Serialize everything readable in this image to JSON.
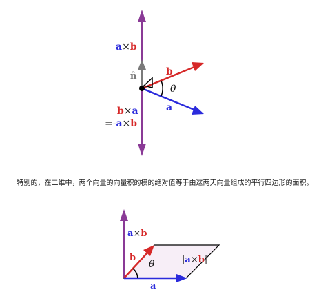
{
  "colors": {
    "a": "#2b2bdc",
    "b": "#d62828",
    "cross": "#8a3a96",
    "normal": "#7a7a7a",
    "text_dark": "#222222",
    "parallelogram_fill": "#f7eef7"
  },
  "top_diagram": {
    "axb_a": "a",
    "axb_times": "×",
    "axb_b": "b",
    "nhat": "n̂",
    "b_label": "b",
    "a_label": "a",
    "theta": "θ",
    "bxa_b": "b",
    "bxa_times": "×",
    "bxa_a": "a",
    "neg_eq": "=-",
    "neg_a": "a",
    "neg_times": "×",
    "neg_b": "b"
  },
  "caption": "特别的，在二维中，两个向量的向量积的模的绝对值等于由这两天向量组成的平行四边形的面积。",
  "bottom_diagram": {
    "axb_a": "a",
    "axb_times": "×",
    "axb_b": "b",
    "b_label": "b",
    "theta": "θ",
    "area_open": "|",
    "area_a": "a",
    "area_times": "×",
    "area_b": "b",
    "area_close": "|",
    "a_label": "a"
  }
}
